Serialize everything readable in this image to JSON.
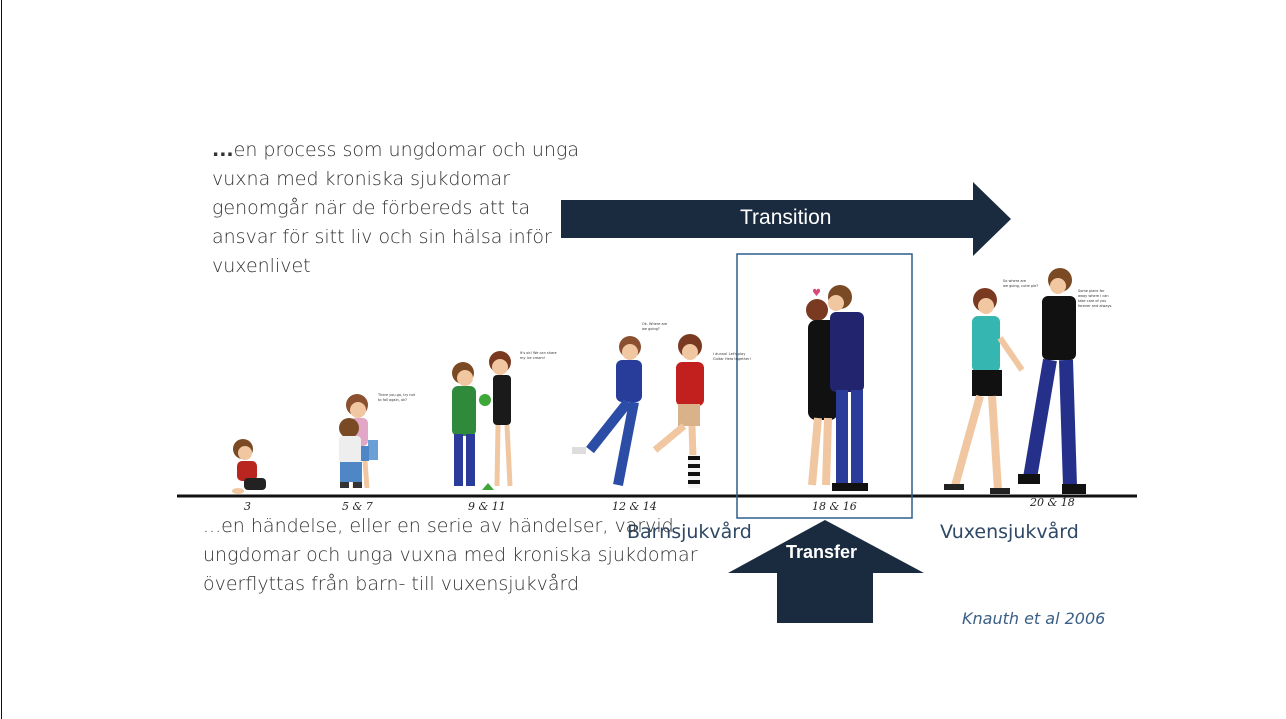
{
  "definitions": {
    "transition_lead": "...",
    "transition_rest": "en process som ungdomar och unga vuxna med kroniska sjukdomar genomgår när de förbereds att ta ansvar för sitt liv och sin hälsa inför vuxenlivet",
    "transfer": "...en händelse, eller en serie av händelser, varvid ungdomar och unga vuxna med kroniska sjukdomar överflyttas från barn- till vuxensjukvård"
  },
  "arrows": {
    "transition": "Transition",
    "transfer": "Transfer"
  },
  "care_labels": {
    "pediatric": "Barnsjukvård",
    "adult": "Vuxensjukvård"
  },
  "citation": "Knauth et al 2006",
  "age_labels": [
    "3",
    "5 & 7",
    "9 & 11",
    "12 & 14",
    "18 & 16",
    "20 & 18"
  ],
  "colors": {
    "arrow_fill": "#1a2b40",
    "box_stroke": "#2f5f8a",
    "label_blue": "#2f4866",
    "citation_blue": "#3b5f87"
  }
}
